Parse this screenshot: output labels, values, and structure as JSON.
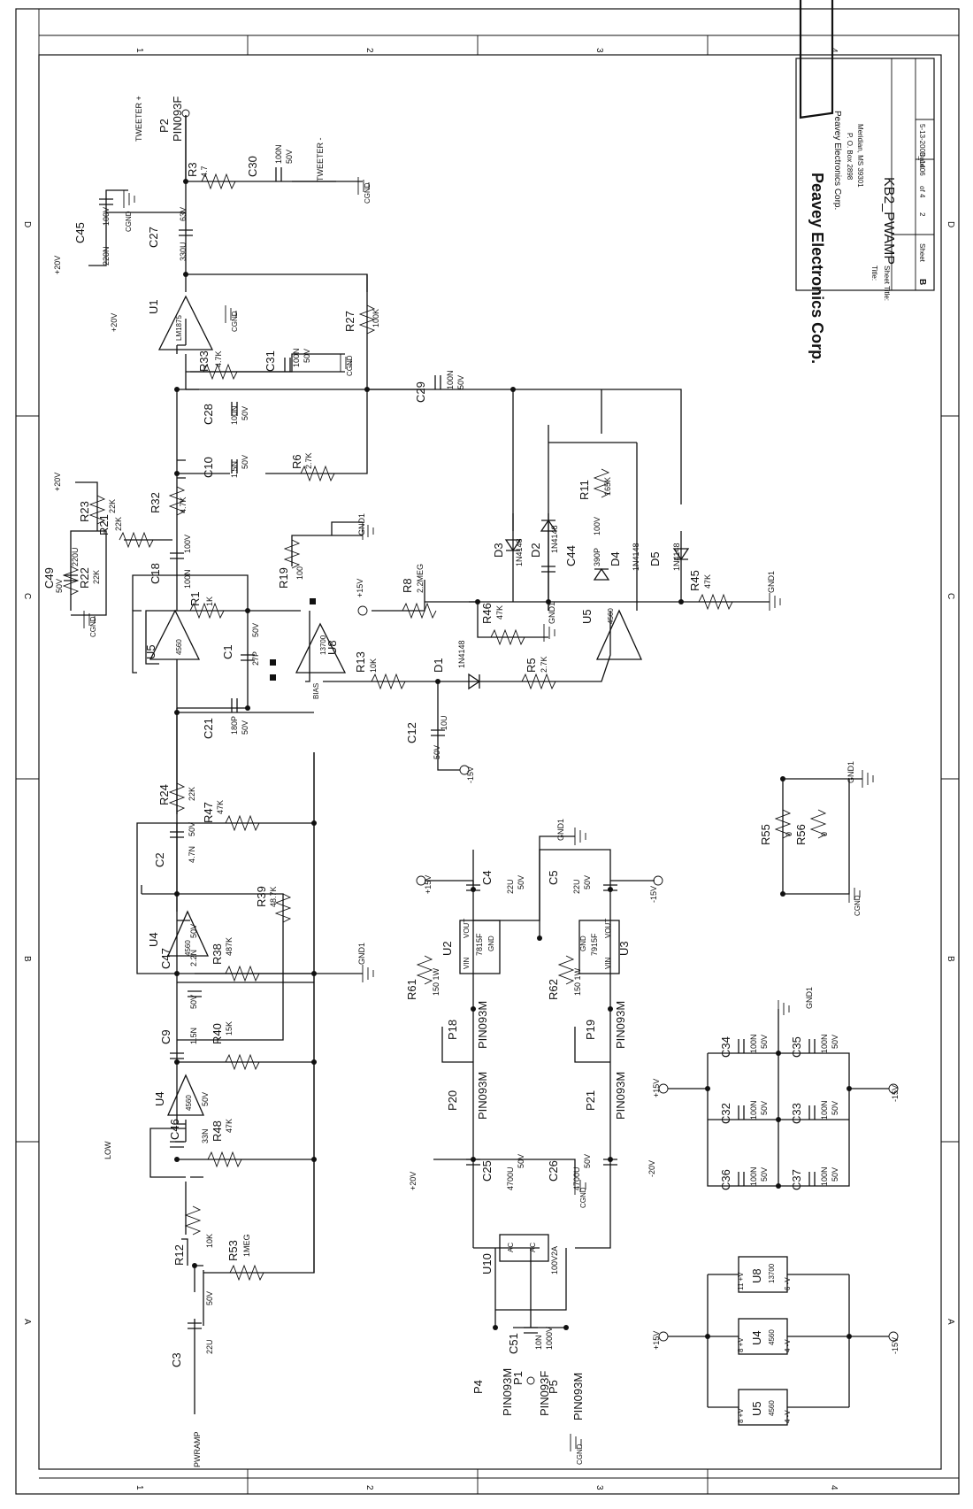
{
  "title_block": {
    "company": "Peavey Electronics Corp.",
    "address1": "P. O. Box 2898",
    "address2": "Meridian, MS 39301",
    "title_label": "Title:",
    "title": "KB2_PWAMP",
    "sheet_title_label": "Sheet Title:",
    "size": "B",
    "sheet_label": "Sheet",
    "sheet_num": "2",
    "sheet_of": "of 4",
    "date_label": "Date:",
    "date": "5-13-2003_1406"
  },
  "border": {
    "cols_top": [
      "1",
      "2",
      "3",
      "4"
    ],
    "rows_right": [
      "D",
      "C",
      "B",
      "A"
    ]
  },
  "nets": {
    "pwramp": "PWRAMP",
    "low": "LOW",
    "tweeter_pos": "TWEETER +",
    "tweeter_neg": "TWEETER -",
    "p20v": "+20V",
    "n20v": "-20V",
    "p15v": "+15V",
    "n15v": "-15V",
    "gnd1": "GND1",
    "cgnd": "CGND",
    "bias": "BIAS"
  },
  "components": {
    "c3": {
      "ref": "C3",
      "val": "22U",
      "v": "50V"
    },
    "r12": {
      "ref": "R12",
      "val": "10K"
    },
    "r53": {
      "ref": "R53",
      "val": "1MEG"
    },
    "u4a": {
      "ref": "U4",
      "val": "4560"
    },
    "c46": {
      "ref": "C46",
      "val": "33N",
      "v": "50V"
    },
    "r48": {
      "ref": "R48",
      "val": "47K"
    },
    "c9": {
      "ref": "C9",
      "val": "1.5N",
      "v": "50V"
    },
    "r40": {
      "ref": "R40",
      "val": "15K"
    },
    "c47": {
      "ref": "C47",
      "val": "2.2N",
      "v": "50V"
    },
    "r38": {
      "ref": "R38",
      "val": "487K"
    },
    "r39": {
      "ref": "R39",
      "val": "48.7K"
    },
    "u4b": {
      "ref": "U4",
      "val": "4560"
    },
    "c2": {
      "ref": "C2",
      "val": "4.7N",
      "v": "50V"
    },
    "r24": {
      "ref": "R24",
      "val": "22K"
    },
    "r47": {
      "ref": "R47",
      "val": "47K"
    },
    "c21": {
      "ref": "C21",
      "val": "180P",
      "v": "50V"
    },
    "u5a": {
      "ref": "U5",
      "val": "4560"
    },
    "r1": {
      "ref": "R1",
      "val": "1K"
    },
    "c1": {
      "ref": "C1",
      "val": "27P",
      "v": "50V"
    },
    "c18": {
      "ref": "C18",
      "val": "100N",
      "v": "100V"
    },
    "u8": {
      "ref": "U8",
      "val": "13700"
    },
    "r19": {
      "ref": "R19",
      "val": "100"
    },
    "r13": {
      "ref": "R13",
      "val": "10K"
    },
    "d1": {
      "ref": "D1",
      "val": "1N4148"
    },
    "c12": {
      "ref": "C12",
      "val": "10U",
      "v": "50V"
    },
    "r5": {
      "ref": "R5",
      "val": "2.7K"
    },
    "u5b": {
      "ref": "U5",
      "val": "4560"
    },
    "r8": {
      "ref": "R8",
      "val": "2.2MEG"
    },
    "r46": {
      "ref": "R46",
      "val": "47K"
    },
    "c44": {
      "ref": "C44",
      "val": "390P",
      "v": "100V"
    },
    "d3": {
      "ref": "D3",
      "val": "1N4148"
    },
    "d2": {
      "ref": "D2",
      "val": "1N4148"
    },
    "d4": {
      "ref": "D4",
      "val": "1N4148"
    },
    "d5": {
      "ref": "D5",
      "val": "1N4148"
    },
    "r11": {
      "ref": "R11",
      "val": "165K"
    },
    "r45": {
      "ref": "R45",
      "val": "47K"
    },
    "c49": {
      "ref": "C49",
      "val": "220U",
      "v": "50V"
    },
    "r22": {
      "ref": "R22",
      "val": "22K"
    },
    "r21": {
      "ref": "R21",
      "val": "22K"
    },
    "r23": {
      "ref": "R23",
      "val": "22K"
    },
    "r32": {
      "ref": "R32",
      "val": "4.7K"
    },
    "c10": {
      "ref": "C10",
      "val": "1.5N",
      "v": "50V"
    },
    "r6": {
      "ref": "R6",
      "val": "2.7K"
    },
    "c28": {
      "ref": "C28",
      "val": "100N",
      "v": "50V"
    },
    "c29": {
      "ref": "C29",
      "val": "100N",
      "v": "50V"
    },
    "u1": {
      "ref": "U1",
      "val": "LM1875"
    },
    "r33": {
      "ref": "R33",
      "val": "4.7K"
    },
    "c31": {
      "ref": "C31",
      "val": "100N",
      "v": "50V"
    },
    "r27": {
      "ref": "R27",
      "val": "100K"
    },
    "c27": {
      "ref": "C27",
      "val": "330U",
      "v": "63V"
    },
    "c45": {
      "ref": "C45",
      "val": "220N",
      "v": "100V"
    },
    "r3": {
      "ref": "R3",
      "val": "4.7"
    },
    "c30": {
      "ref": "C30",
      "val": "100N",
      "v": "50V"
    },
    "p2": {
      "ref": "P2",
      "val": "PIN093F"
    },
    "c4": {
      "ref": "C4",
      "val": "22U",
      "v": "50V"
    },
    "c5": {
      "ref": "C5",
      "val": "22U",
      "v": "50V"
    },
    "u2": {
      "ref": "U2",
      "val": "7815F",
      "vin": "VIN",
      "vout": "VOUT",
      "gnd": "GND"
    },
    "u3": {
      "ref": "U3",
      "val": "7915F",
      "vin": "VIN",
      "vout": "VOUT",
      "gnd": "GND"
    },
    "r61": {
      "ref": "R61",
      "val": "150 1W"
    },
    "r62": {
      "ref": "R62",
      "val": "150 1W"
    },
    "p18": {
      "ref": "P18",
      "val": "PIN093M"
    },
    "p19": {
      "ref": "P19",
      "val": "PIN093M"
    },
    "p20": {
      "ref": "P20",
      "val": "PIN093M"
    },
    "p21": {
      "ref": "P21",
      "val": "PIN093M"
    },
    "c25": {
      "ref": "C25",
      "val": "4700U",
      "v": "50V"
    },
    "c26": {
      "ref": "C26",
      "val": "4700U",
      "v": "50V"
    },
    "u10": {
      "ref": "U10",
      "val": "100V2A",
      "ac": "AC"
    },
    "c51": {
      "ref": "C51",
      "val": "10N",
      "v": "1000V"
    },
    "p4": {
      "ref": "P4",
      "val": "PIN093M"
    },
    "p1": {
      "ref": "P1",
      "val": "PIN093F"
    },
    "p5": {
      "ref": "P5",
      "val": "PIN093M"
    },
    "r55": {
      "ref": "R55",
      "val": "0"
    },
    "r56": {
      "ref": "R56",
      "val": "0"
    },
    "c34": {
      "ref": "C34",
      "val": "100N",
      "v": "50V"
    },
    "c35": {
      "ref": "C35",
      "val": "100N",
      "v": "50V"
    },
    "c32": {
      "ref": "C32",
      "val": "100N",
      "v": "50V"
    },
    "c33": {
      "ref": "C33",
      "val": "100N",
      "v": "50V"
    },
    "c36": {
      "ref": "C36",
      "val": "100N",
      "v": "50V"
    },
    "c37": {
      "ref": "C37",
      "val": "100N",
      "v": "50V"
    },
    "u8p": {
      "ref": "U8",
      "val": "13700",
      "pv": "11 +V",
      "nv": "6 -V"
    },
    "u4p": {
      "ref": "U4",
      "val": "4560",
      "pv": "8 +V",
      "nv": "4 -V"
    },
    "u5p": {
      "ref": "U5",
      "val": "4560",
      "pv": "8 +V",
      "nv": "4 -V"
    }
  }
}
